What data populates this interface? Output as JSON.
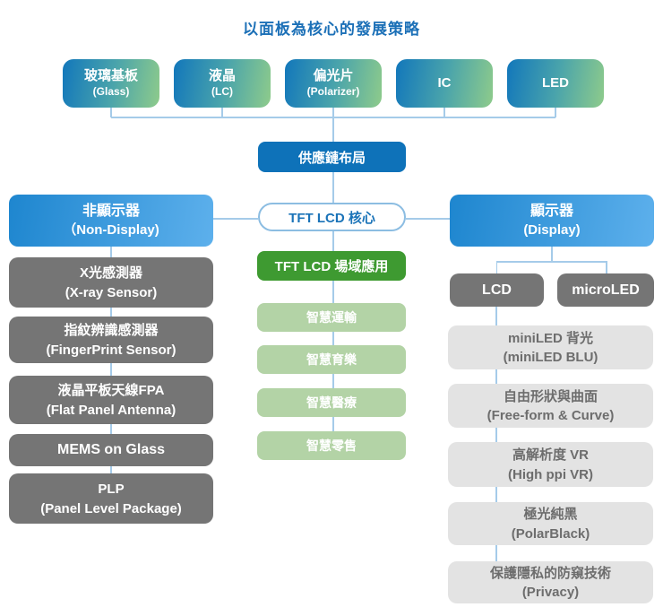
{
  "title": "以面板為核心的發展策略",
  "top_row": [
    {
      "zh": "玻璃基板",
      "en": "(Glass)"
    },
    {
      "zh": "液晶",
      "en": "(LC)"
    },
    {
      "zh": "偏光片",
      "en": "(Polarizer)"
    },
    {
      "zh": "IC"
    },
    {
      "zh": "LED"
    }
  ],
  "supply_chain_label": "供應鏈布局",
  "core_label": "TFT LCD 核心",
  "field_app_label": "TFT LCD 場域應用",
  "smart_apps": [
    "智慧運輸",
    "智慧育樂",
    "智慧醫療",
    "智慧零售"
  ],
  "non_display": {
    "zh": "非顯示器",
    "en": "（Non-Display)"
  },
  "display": {
    "zh": "顯示器",
    "en": "(Display)"
  },
  "non_display_items": [
    {
      "zh": "X光感測器",
      "en": "(X-ray Sensor)"
    },
    {
      "zh": "指紋辨識感測器",
      "en": "(FingerPrint Sensor)"
    },
    {
      "zh": "液晶平板天線FPA",
      "en": "(Flat Panel Antenna)"
    },
    {
      "zh": "MEMS on Glass"
    },
    {
      "zh": "PLP",
      "en": "(Panel Level Package)"
    }
  ],
  "display_types": [
    "LCD",
    "microLED"
  ],
  "display_items": [
    {
      "zh": "miniLED 背光",
      "en": "(miniLED BLU)"
    },
    {
      "zh": "自由形狀與曲面",
      "en": "(Free-form & Curve)"
    },
    {
      "zh": "高解析度 VR",
      "en": "(High ppi VR)"
    },
    {
      "zh": "極光純黑",
      "en": "(PolarBlack)"
    },
    {
      "zh": "保護隱私的防窺技術",
      "en": "(Privacy)"
    }
  ],
  "colors": {
    "title_text": "#1c70b7",
    "top_box_gradient": [
      "#1277bb",
      "#4aa4ab",
      "#8ecb8b"
    ],
    "supply_chain_bg": "#0e72b9",
    "core_border": "#8cbde2",
    "core_text": "#1a73b8",
    "branch_gradient": [
      "#1e86cf",
      "#5db0ec"
    ],
    "dark_gray_bg": "#757575",
    "light_gray_bg": "#e3e3e3",
    "light_gray_text": "#6d6d6d",
    "green_bg": "#3e9a31",
    "light_green_bg": "#b3d3a6",
    "connector_line": "#a5cbe9"
  }
}
